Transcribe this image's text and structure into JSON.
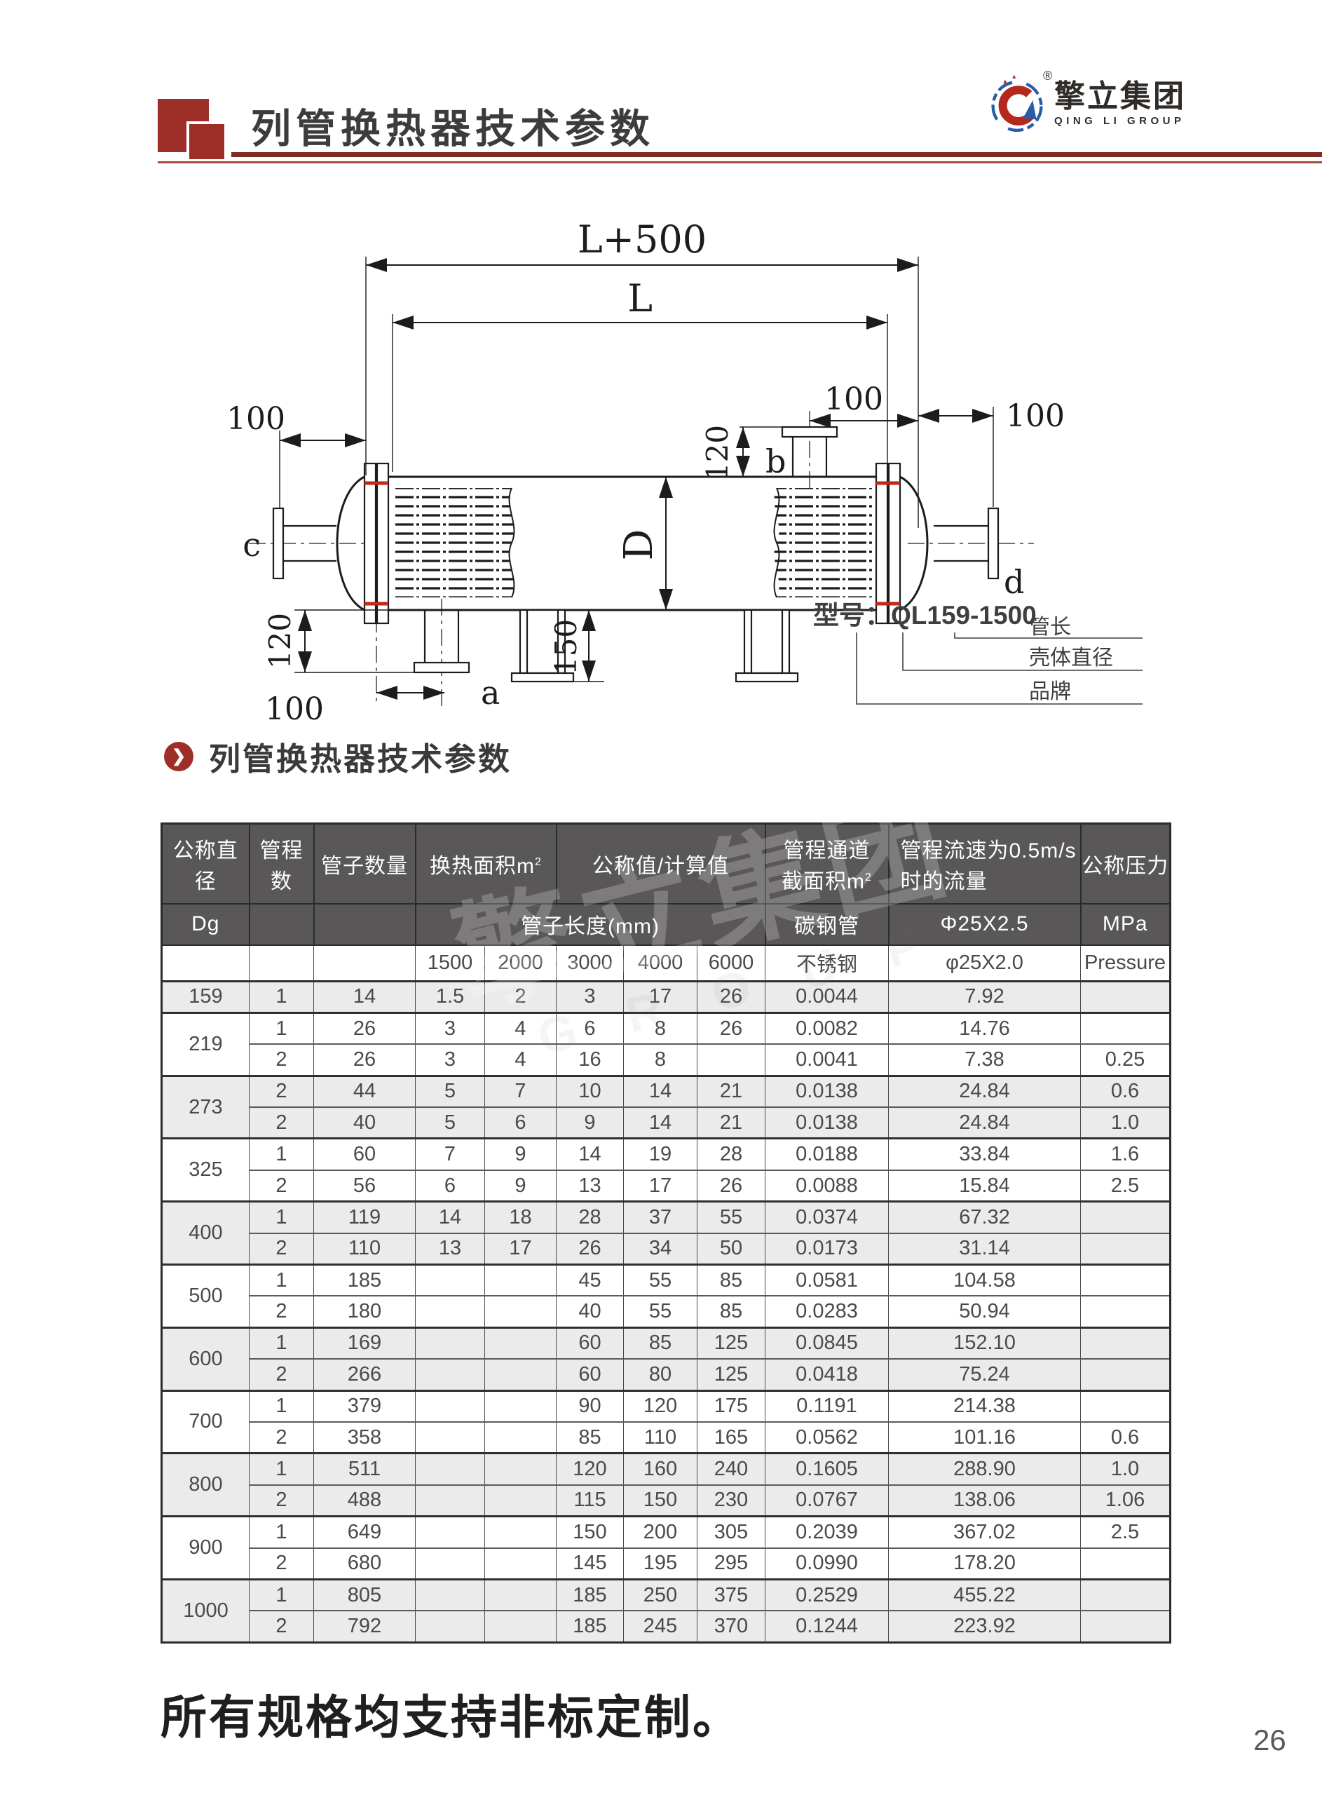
{
  "header": {
    "title": "列管换热器技术参数",
    "logo_text": "擎立集团",
    "logo_subtext": "QING LI GROUP",
    "logo_reg": "®"
  },
  "section": {
    "title": "列管换热器技术参数"
  },
  "diagram": {
    "dim_l500": "L+500",
    "dim_l": "L",
    "dim_100": "100",
    "dim_120": "120",
    "dim_150": "150",
    "dim_shell_dia": "D",
    "nozzle_a": "a",
    "nozzle_b": "b",
    "nozzle_c": "c",
    "nozzle_d": "d",
    "model_label": "型号：QL159-1500",
    "callout_tube_length": "管长",
    "callout_shell_dia": "壳体直径",
    "callout_brand": "品牌"
  },
  "table": {
    "header": {
      "col_diameter": "公称直径",
      "col_passes": "管程数",
      "col_tubes": "管子数量",
      "col_area": "换热面积m",
      "col_nominal": "公称值/计算值",
      "col_channel_line1": "管程通道",
      "col_channel_line2": "截面积m",
      "col_flow_line1": "管程流速为0.5m/s",
      "col_flow_line2": "时的流量",
      "col_pressure": "公称压力",
      "sup": "2",
      "row2": {
        "dg": "Dg",
        "tube_length": "管子长度(mm)",
        "carbon": "碳钢管",
        "spec25": "Φ25X2.5",
        "mpa": "MPa"
      },
      "row3": {
        "lengths": [
          "1500",
          "2000",
          "3000",
          "4000",
          "6000"
        ],
        "stainless": "不锈钢",
        "spec20": "φ25X2.0",
        "pressure": "Pressure"
      }
    },
    "groups": [
      {
        "dia": "159",
        "shade": true,
        "rows": [
          [
            "1",
            "14",
            "1.5",
            "2",
            "3",
            "17",
            "26",
            "0.0044",
            "7.92",
            ""
          ]
        ]
      },
      {
        "dia": "219",
        "shade": false,
        "rows": [
          [
            "1",
            "26",
            "3",
            "4",
            "6",
            "8",
            "26",
            "0.0082",
            "14.76",
            ""
          ],
          [
            "2",
            "26",
            "3",
            "4",
            "16",
            "8",
            "",
            "0.0041",
            "7.38",
            "0.25"
          ]
        ]
      },
      {
        "dia": "273",
        "shade": true,
        "rows": [
          [
            "2",
            "44",
            "5",
            "7",
            "10",
            "14",
            "21",
            "0.0138",
            "24.84",
            "0.6"
          ],
          [
            "2",
            "40",
            "5",
            "6",
            "9",
            "14",
            "21",
            "0.0138",
            "24.84",
            "1.0"
          ]
        ]
      },
      {
        "dia": "325",
        "shade": false,
        "rows": [
          [
            "1",
            "60",
            "7",
            "9",
            "14",
            "19",
            "28",
            "0.0188",
            "33.84",
            "1.6"
          ],
          [
            "2",
            "56",
            "6",
            "9",
            "13",
            "17",
            "26",
            "0.0088",
            "15.84",
            "2.5"
          ]
        ]
      },
      {
        "dia": "400",
        "shade": true,
        "rows": [
          [
            "1",
            "119",
            "14",
            "18",
            "28",
            "37",
            "55",
            "0.0374",
            "67.32",
            ""
          ],
          [
            "2",
            "110",
            "13",
            "17",
            "26",
            "34",
            "50",
            "0.0173",
            "31.14",
            ""
          ]
        ]
      },
      {
        "dia": "500",
        "shade": false,
        "rows": [
          [
            "1",
            "185",
            "",
            "",
            "45",
            "55",
            "85",
            "0.0581",
            "104.58",
            ""
          ],
          [
            "2",
            "180",
            "",
            "",
            "40",
            "55",
            "85",
            "0.0283",
            "50.94",
            ""
          ]
        ]
      },
      {
        "dia": "600",
        "shade": true,
        "rows": [
          [
            "1",
            "169",
            "",
            "",
            "60",
            "85",
            "125",
            "0.0845",
            "152.10",
            ""
          ],
          [
            "2",
            "266",
            "",
            "",
            "60",
            "80",
            "125",
            "0.0418",
            "75.24",
            ""
          ]
        ]
      },
      {
        "dia": "700",
        "shade": false,
        "rows": [
          [
            "1",
            "379",
            "",
            "",
            "90",
            "120",
            "175",
            "0.1191",
            "214.38",
            ""
          ],
          [
            "2",
            "358",
            "",
            "",
            "85",
            "110",
            "165",
            "0.0562",
            "101.16",
            "0.6"
          ]
        ]
      },
      {
        "dia": "800",
        "shade": true,
        "rows": [
          [
            "1",
            "511",
            "",
            "",
            "120",
            "160",
            "240",
            "0.1605",
            "288.90",
            "1.0"
          ],
          [
            "2",
            "488",
            "",
            "",
            "115",
            "150",
            "230",
            "0.0767",
            "138.06",
            "1.06"
          ]
        ]
      },
      {
        "dia": "900",
        "shade": false,
        "rows": [
          [
            "1",
            "649",
            "",
            "",
            "150",
            "200",
            "305",
            "0.2039",
            "367.02",
            "2.5"
          ],
          [
            "2",
            "680",
            "",
            "",
            "145",
            "195",
            "295",
            "0.0990",
            "178.20",
            ""
          ]
        ]
      },
      {
        "dia": "1000",
        "shade": true,
        "rows": [
          [
            "1",
            "805",
            "",
            "",
            "185",
            "250",
            "375",
            "0.2529",
            "455.22",
            ""
          ],
          [
            "2",
            "792",
            "",
            "",
            "185",
            "245",
            "370",
            "0.1244",
            "223.92",
            ""
          ]
        ]
      }
    ]
  },
  "watermark": {
    "cn": "擎立集团",
    "en": "G R O U P"
  },
  "footer": {
    "note": "所有规格均支持非标定制。",
    "page_number": "26"
  },
  "colors": {
    "accent_red": "#9e2f28",
    "header_grey": "#595757",
    "row_shade": "#ebebec",
    "gasket_red": "#c1271b"
  }
}
